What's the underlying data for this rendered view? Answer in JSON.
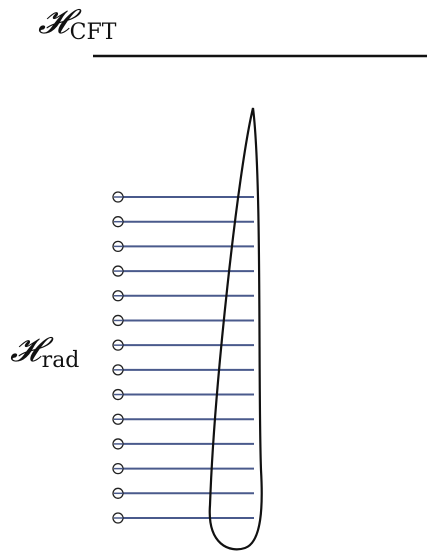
{
  "labels": {
    "cft_symbol": "𝓗",
    "cft_subscript": "CFT",
    "rad_symbol": "𝓗",
    "rad_subscript": "rad"
  },
  "radiation": {
    "qubit_count": 14
  },
  "colors": {
    "line": "#111111",
    "radiation_line": "#4a5a8c",
    "qubit_outline": "#222222"
  }
}
